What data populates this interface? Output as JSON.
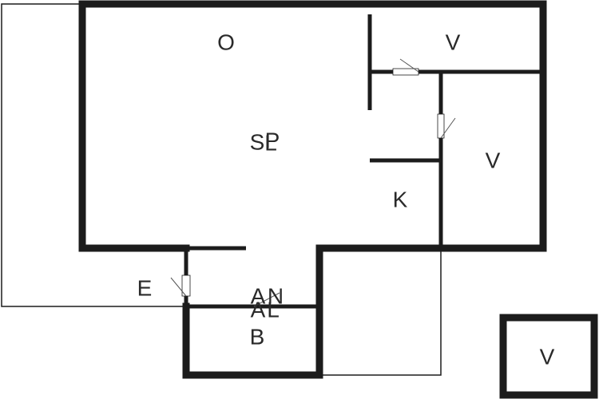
{
  "rooms": {
    "o": "O",
    "v_top": "V",
    "v_right": "V",
    "s": "S",
    "p": "P",
    "l": "L",
    "k": "K",
    "e": "E",
    "a_upper": "A",
    "n": "N",
    "a_lower": "A",
    "l_lower": "L",
    "b": "B",
    "v_separate": "V"
  },
  "colors": {
    "wall": "#1c1c1c",
    "background": "#ffffff"
  }
}
